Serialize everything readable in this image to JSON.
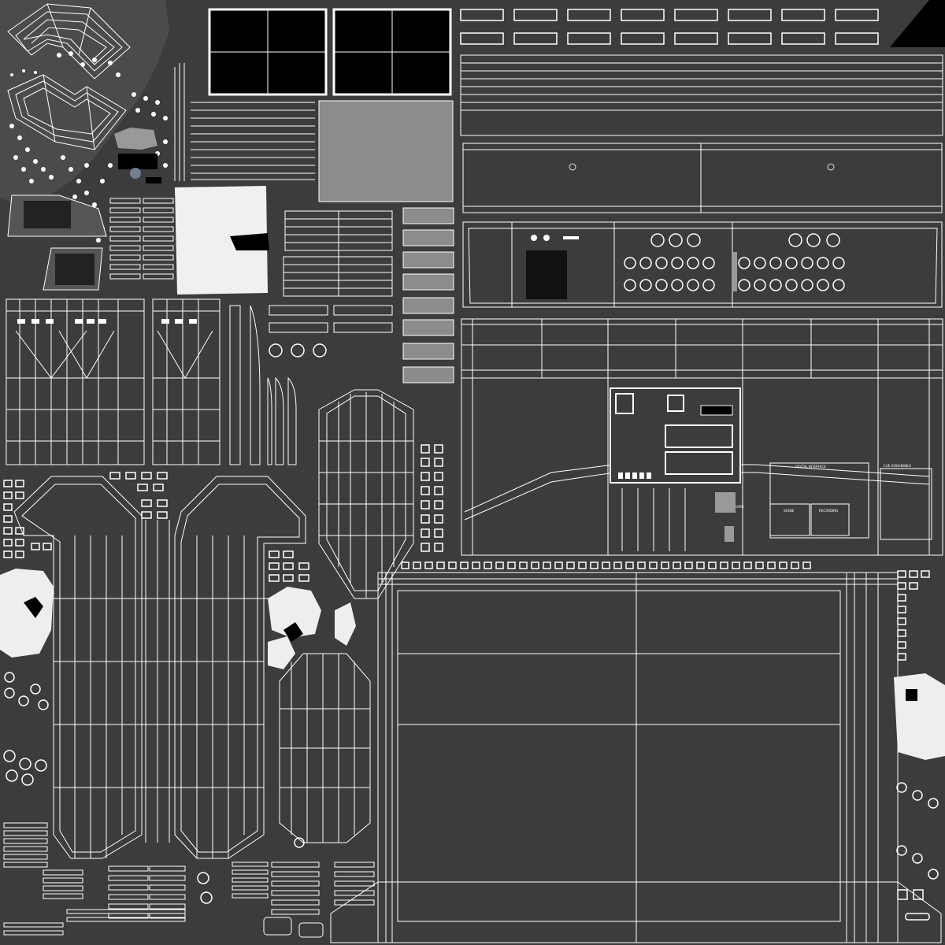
{
  "texture": {
    "background_color": "#3c3c3c",
    "wire_color": "#ffffff",
    "solid_color": "#000000",
    "island_fill": "#6e6e6e",
    "swatch_fill": "#8c8c8c"
  },
  "labels": {
    "panel_label_1": "DIGITAL INTERFACE",
    "panel_label_2": "CUE ASSIGNABLE",
    "button_left": "SCENE",
    "button_right": "RECORDING",
    "box_label": "SELECTOR GRID"
  },
  "icons": [
    "knob-icon",
    "fader-icon",
    "button-icon",
    "screw-icon",
    "connector-icon",
    "slot-icon"
  ]
}
